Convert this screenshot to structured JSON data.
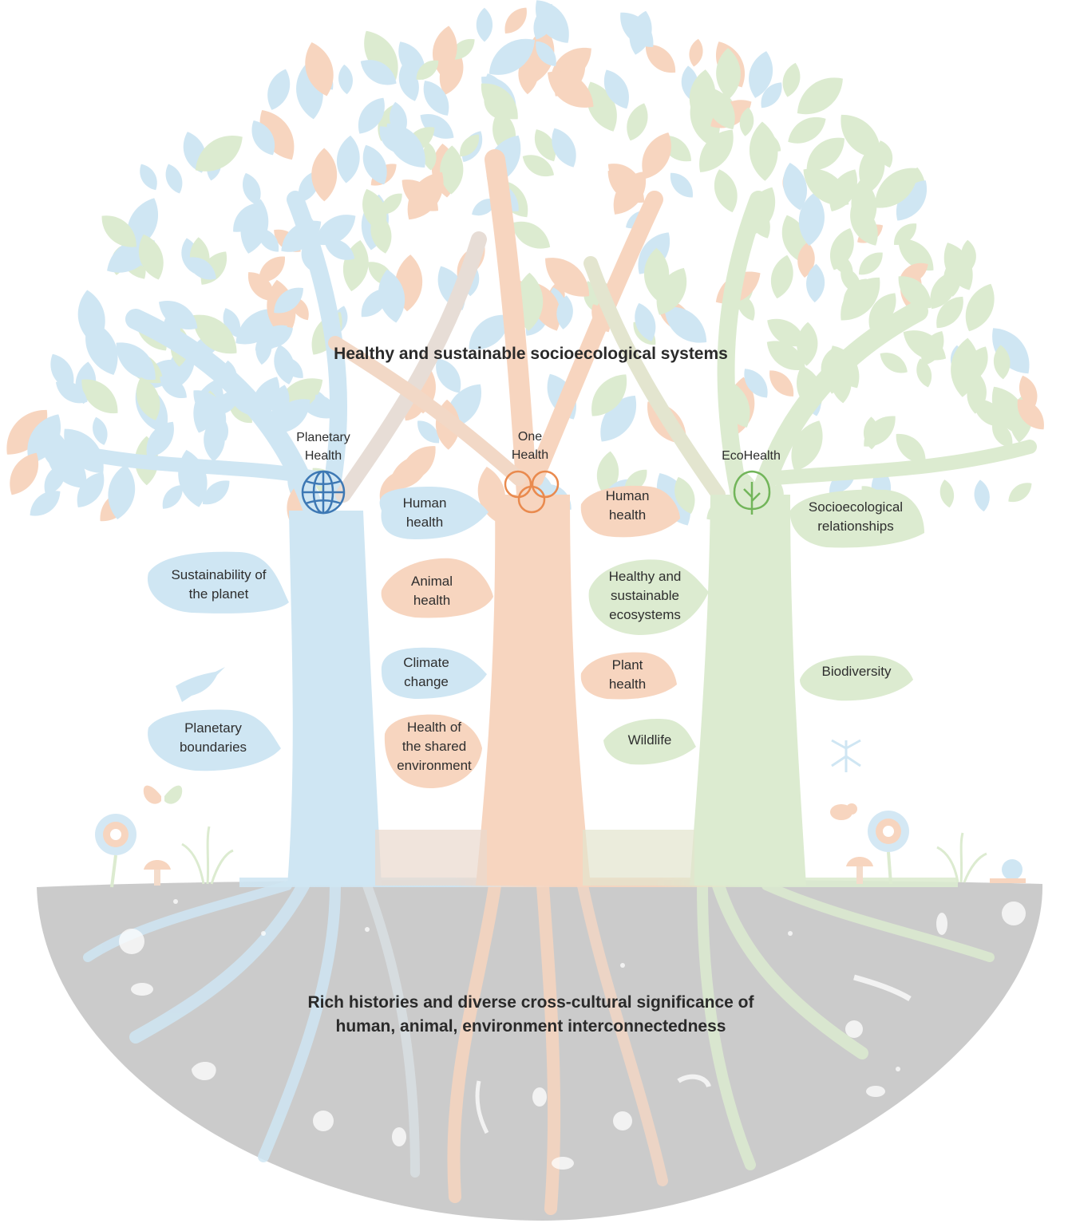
{
  "top_title": "Healthy and sustainable socioecological systems",
  "bottom_title_line1": "Rich histories and diverse cross-cultural significance of",
  "bottom_title_line2": "human, animal, environment interconnectedness",
  "trees": {
    "planetary": {
      "name": "Planetary\nHealth",
      "icon": "globe-icon",
      "color": "#cfe6f3",
      "icon_color": "#3d78b4"
    },
    "one": {
      "name": "One\nHealth",
      "icon": "three-rings-icon",
      "color": "#f7d5bf",
      "icon_color": "#e98a4e"
    },
    "eco": {
      "name": "EcoHealth",
      "icon": "sapling-icon",
      "color": "#dcebd0",
      "icon_color": "#72b55a"
    }
  },
  "leaves": {
    "ph_human": "Human\nhealth",
    "ph_sustain": "Sustainability of\nthe planet",
    "ph_climate": "Climate\nchange",
    "ph_boundaries": "Planetary\nboundaries",
    "oh_animal": "Animal\nhealth",
    "oh_shared": "Health of\nthe shared\nenvironment",
    "oh_human": "Human\nhealth",
    "oh_plant": "Plant\nhealth",
    "eh_ecosystems": "Healthy and\nsustainable\necosystems",
    "eh_wildlife": "Wildlife",
    "eh_socio": "Socioecological\nrelationships",
    "eh_biodiversity": "Biodiversity"
  },
  "colors": {
    "blue": "#cfe6f3",
    "orange": "#f7d5bf",
    "green": "#dcebd0",
    "soil": "#c9c9c9"
  }
}
